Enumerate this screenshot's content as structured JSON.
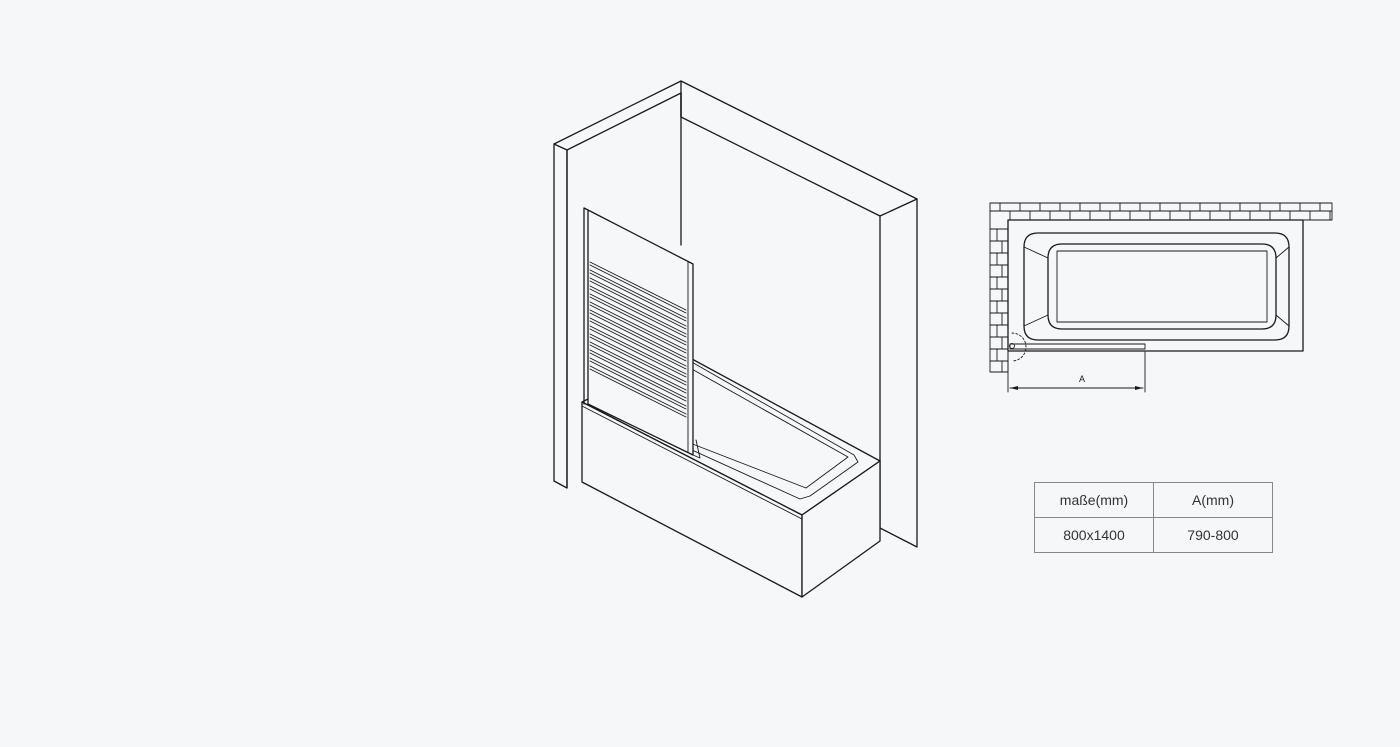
{
  "plan": {
    "dimension_label": "A"
  },
  "table": {
    "headers": [
      "maße(mm)",
      "A(mm)"
    ],
    "rows": [
      [
        "800x1400",
        "790-800"
      ]
    ]
  }
}
